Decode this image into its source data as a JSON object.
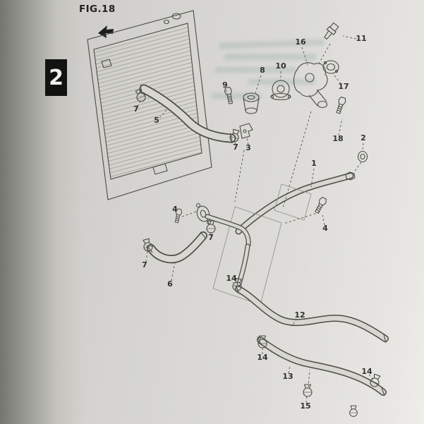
{
  "page": {
    "figure_title": "FIG.18",
    "section_tab": "2"
  },
  "icons": {
    "figure_arrow": "bold-arrow-pointing-lower-left"
  },
  "diagram": {
    "type": "exploded-parts-diagram",
    "callouts": [
      {
        "text": "11"
      },
      {
        "text": "16"
      },
      {
        "text": "10"
      },
      {
        "text": "8"
      },
      {
        "text": "9"
      },
      {
        "text": "17"
      },
      {
        "text": "7"
      },
      {
        "text": "5"
      },
      {
        "text": "18"
      },
      {
        "text": "2"
      },
      {
        "text": "7"
      },
      {
        "text": "3"
      },
      {
        "text": "1"
      },
      {
        "text": "4"
      },
      {
        "text": "4"
      },
      {
        "text": "7"
      },
      {
        "text": "7"
      },
      {
        "text": "6"
      },
      {
        "text": "14"
      },
      {
        "text": "12"
      },
      {
        "text": "14"
      },
      {
        "text": "13"
      },
      {
        "text": "14"
      },
      {
        "text": "15"
      }
    ]
  }
}
